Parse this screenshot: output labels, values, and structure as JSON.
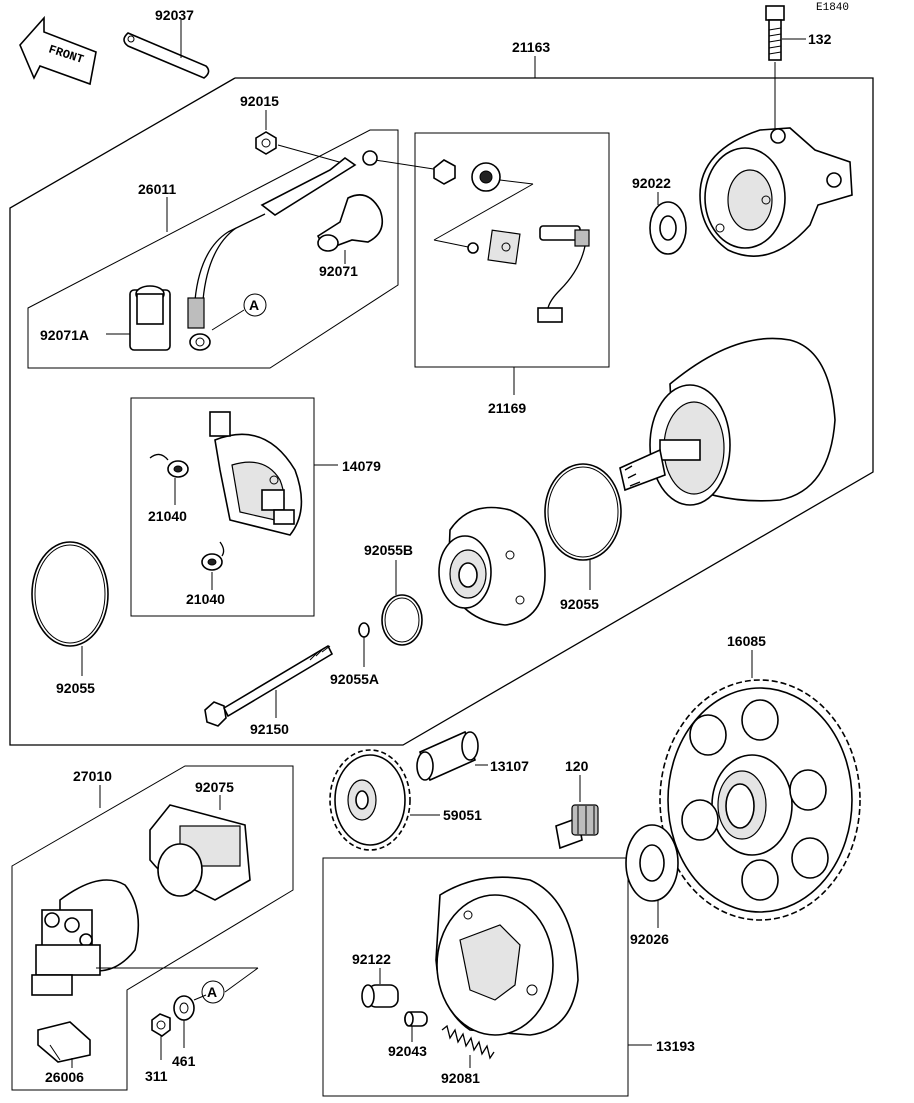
{
  "diagram_code": "E1840",
  "front_label": "FRONT",
  "callouts": {
    "p92037": "92037",
    "p21163": "21163",
    "p132": "132",
    "p92015": "92015",
    "p26011": "26011",
    "p92071": "92071",
    "p92071A": "92071A",
    "p92022": "92022",
    "p21169": "21169",
    "p14079": "14079",
    "p21040a": "21040",
    "p21040b": "21040",
    "p92055B": "92055B",
    "p92055right": "92055",
    "p92055left": "92055",
    "p92055A": "92055A",
    "p92150": "92150",
    "p16085": "16085",
    "p27010": "27010",
    "p92075": "92075",
    "p13107": "13107",
    "p120": "120",
    "p59051": "59051",
    "p92026": "92026",
    "p92122": "92122",
    "p92043": "92043",
    "p92081": "92081",
    "p13193": "13193",
    "p26006": "26006",
    "p311": "311",
    "p461": "461"
  },
  "reference_marks": {
    "a_top": "A",
    "a_bottom": "A"
  }
}
